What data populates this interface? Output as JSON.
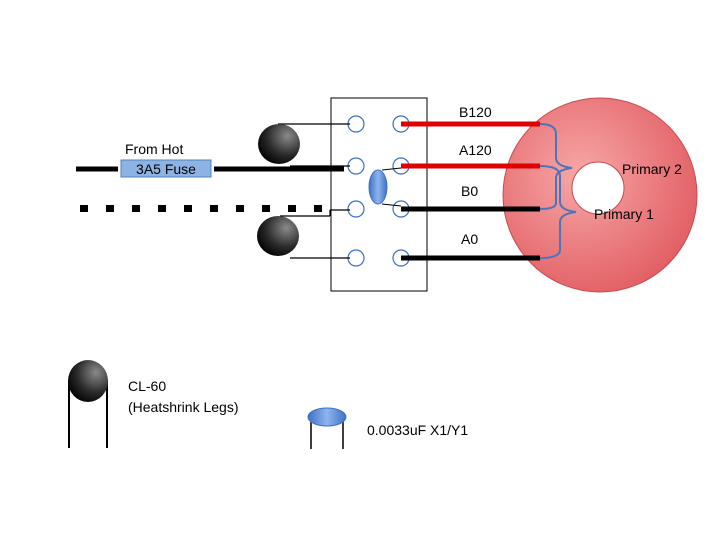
{
  "labels": {
    "from_hot": "From Hot",
    "fuse": "3A5 Fuse",
    "b120": "B120",
    "a120": "A120",
    "b0": "B0",
    "a0": "A0",
    "primary2": "Primary 2",
    "primary1": "Primary 1",
    "cl60_line1": "CL-60",
    "cl60_line2": "(Heatshrink Legs)",
    "cap": "0.0033uF X1/Y1"
  },
  "colors": {
    "red_wire": "#e00000",
    "black_wire": "#000000",
    "toroid": "#e9686b",
    "toroid_edge": "#c2373c",
    "fuse_fill": "#8db3e2",
    "cap_fill": "#5b8fd6",
    "bracket": "#4a76b8"
  }
}
